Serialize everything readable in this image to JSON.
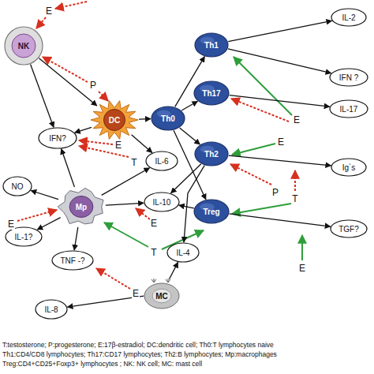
{
  "diagram": {
    "nodes": [
      {
        "text": [
          "NK"
        ]
      },
      {
        "text": [
          "DC"
        ]
      },
      {
        "text": [
          "Th0"
        ]
      },
      {
        "text": [
          "Th1"
        ]
      },
      {
        "text": [
          "Th17"
        ]
      },
      {
        "text": [
          "Th2"
        ]
      },
      {
        "text": [
          "Treg"
        ]
      },
      {
        "text": [
          "IL-2"
        ]
      },
      {
        "text": [
          "IFN ?"
        ]
      },
      {
        "text": [
          "IL-17"
        ]
      },
      {
        "text": [
          "Ig`s"
        ]
      },
      {
        "text": [
          "TGF?"
        ]
      },
      {
        "text": [
          "IFN?"
        ]
      },
      {
        "text": [
          "IL-6"
        ]
      },
      {
        "text": [
          "NO"
        ]
      },
      {
        "text": [
          "Mp"
        ]
      },
      {
        "text": [
          "IL-10"
        ]
      },
      {
        "text": [
          "IL-1?"
        ]
      },
      {
        "text": [
          "TNF -?"
        ]
      },
      {
        "text": [
          "IL-4"
        ]
      },
      {
        "text": [
          "MC"
        ]
      },
      {
        "text": [
          "IL-8"
        ]
      }
    ],
    "edges": [
      {
        "from": 0,
        "to": 12,
        "arrow": "to"
      },
      {
        "from": 0,
        "to": 1,
        "arrow": "to"
      },
      {
        "from": 1,
        "to": 12,
        "arrow": "to"
      },
      {
        "from": 1,
        "to": 13,
        "arrow": "to"
      },
      {
        "from": 1,
        "to": 2,
        "arrow": "to"
      },
      {
        "from": 2,
        "to": 3,
        "arrow": "to"
      },
      {
        "from": 2,
        "to": 4,
        "arrow": "to"
      },
      {
        "from": 2,
        "to": 5,
        "arrow": "to"
      },
      {
        "from": 2,
        "to": 6,
        "arrow": "to"
      },
      {
        "from": 3,
        "to": 7,
        "arrow": "to"
      },
      {
        "from": 3,
        "to": 8,
        "arrow": "to"
      },
      {
        "from": 4,
        "to": 9,
        "arrow": "to"
      },
      {
        "from": 5,
        "to": 10,
        "arrow": "to"
      },
      {
        "from": 6,
        "to": 11,
        "arrow": "to"
      },
      {
        "from": 5,
        "to": 16,
        "arrow": "to"
      },
      {
        "from": 6,
        "to": 16,
        "arrow": "to"
      },
      {
        "from": 5,
        "to": 19,
        "arrow": "to"
      },
      {
        "from": 15,
        "to": 14,
        "arrow": "to"
      },
      {
        "from": 15,
        "to": 12,
        "arrow": "to"
      },
      {
        "from": 15,
        "to": 13,
        "arrow": "to"
      },
      {
        "from": 15,
        "to": 16,
        "arrow": "to"
      },
      {
        "from": 15,
        "to": 17,
        "arrow": "to"
      },
      {
        "from": 15,
        "to": 18,
        "arrow": "to"
      },
      {
        "from": 20,
        "to": 19,
        "arrow": "to"
      },
      {
        "from": 20,
        "to": 21,
        "arrow": "to"
      }
    ],
    "labels": [
      "E",
      "P",
      "E",
      "T",
      "E",
      "E",
      "T",
      "E",
      "E",
      "E",
      "P",
      "T",
      "E",
      "T:testosterone; P:progesterone; E:17β-estradiol; DC:dendritic cell; Th0:T lymphocytes naive",
      "Th1:CD4/CD8 lymphocytes; Th17:CD17 lymphocytes; Th2:B lymphocytes; Mp:macrophages",
      "Treg:CD4+CD25+Foxp3+ lymphocytes ; NK: NK cell; MC: mast cell"
    ]
  }
}
